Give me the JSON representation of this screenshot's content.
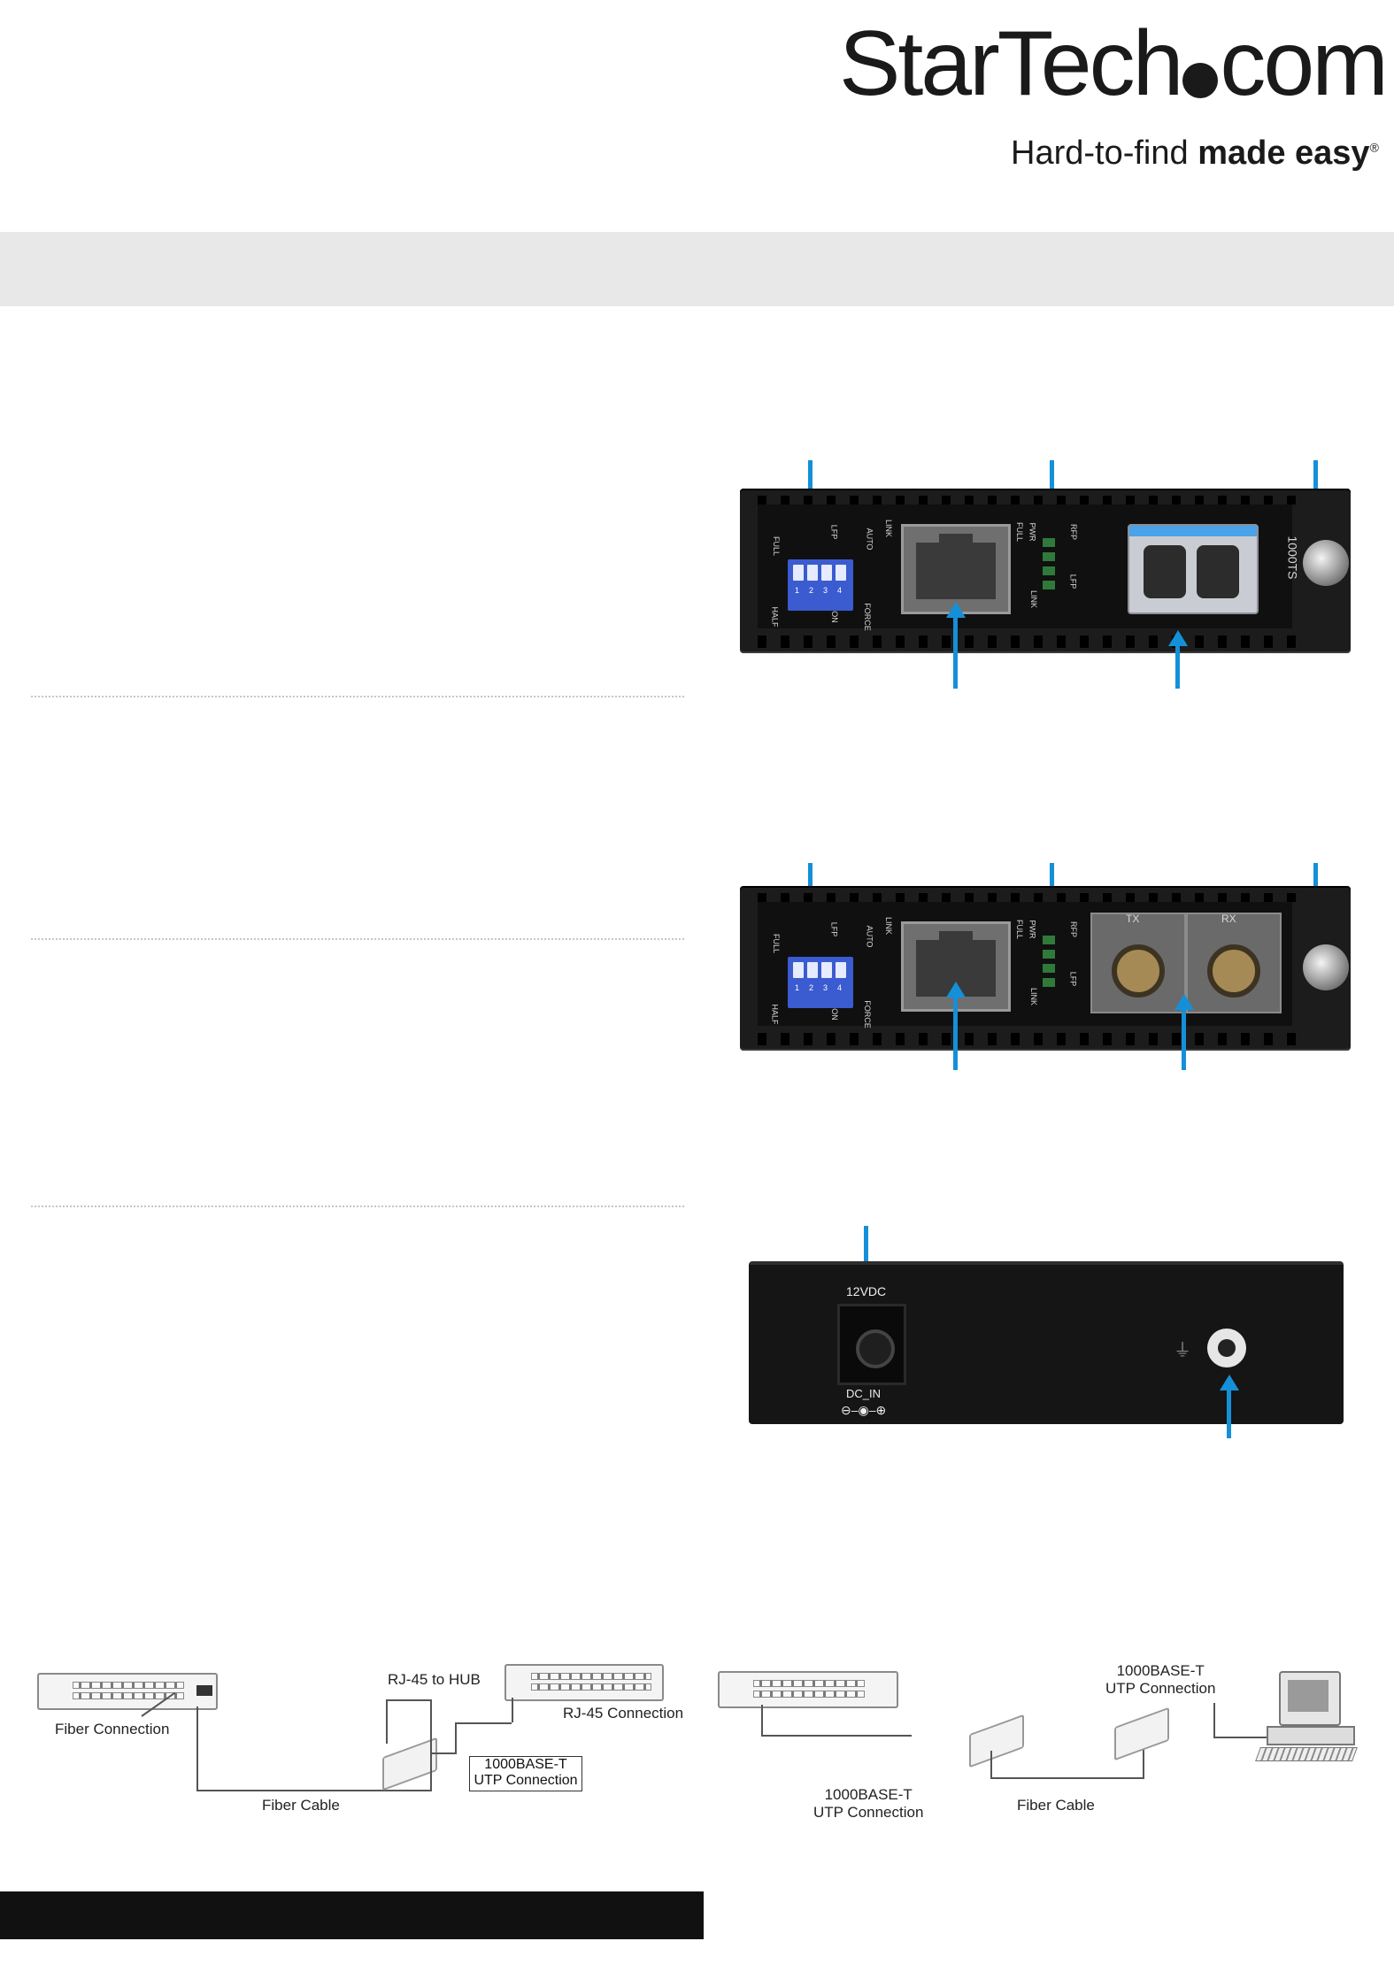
{
  "brand": {
    "logo_text_left": "StarTech",
    "logo_text_right": "com",
    "tagline_regular": "Hard-to-find ",
    "tagline_bold": "made easy",
    "tagline_mark": "®"
  },
  "device_labels": {
    "front_top": {
      "dip_left_top": "FULL",
      "dip_lfp": "LFP",
      "dip_auto": "AUTO",
      "dip_nums": [
        "1",
        "2",
        "3",
        "4"
      ],
      "dip_left_bottom": "HALF",
      "dip_on": "ON",
      "dip_force": "FORCE",
      "link": "LINK",
      "full": "FULL",
      "pwr": "PWR",
      "rfp": "RFP",
      "lfp": "LFP",
      "led_link": "LINK",
      "model": "1000TS"
    },
    "front_bottom": {
      "tx": "TX",
      "rx": "RX"
    },
    "rear": {
      "power_label": "12VDC",
      "dc_in": "DC_IN"
    }
  },
  "diagrams": {
    "left": {
      "rj45_to_hub": "RJ-45 to HUB",
      "rj45_connection": "RJ-45 Connection",
      "fiber_connection": "Fiber Connection",
      "fiber_cable": "Fiber Cable",
      "utp_label_1": "1000BASE-T",
      "utp_label_2": "UTP Connection"
    },
    "right": {
      "utp_top_1": "1000BASE-T",
      "utp_top_2": "UTP Connection",
      "utp_bottom_1": "1000BASE-T",
      "utp_bottom_2": "UTP Connection",
      "fiber_cable": "Fiber Cable"
    }
  },
  "colors": {
    "accent_arrow": "#1590d8",
    "header_band": "#e8e8e8",
    "footer_bar": "#111111"
  }
}
